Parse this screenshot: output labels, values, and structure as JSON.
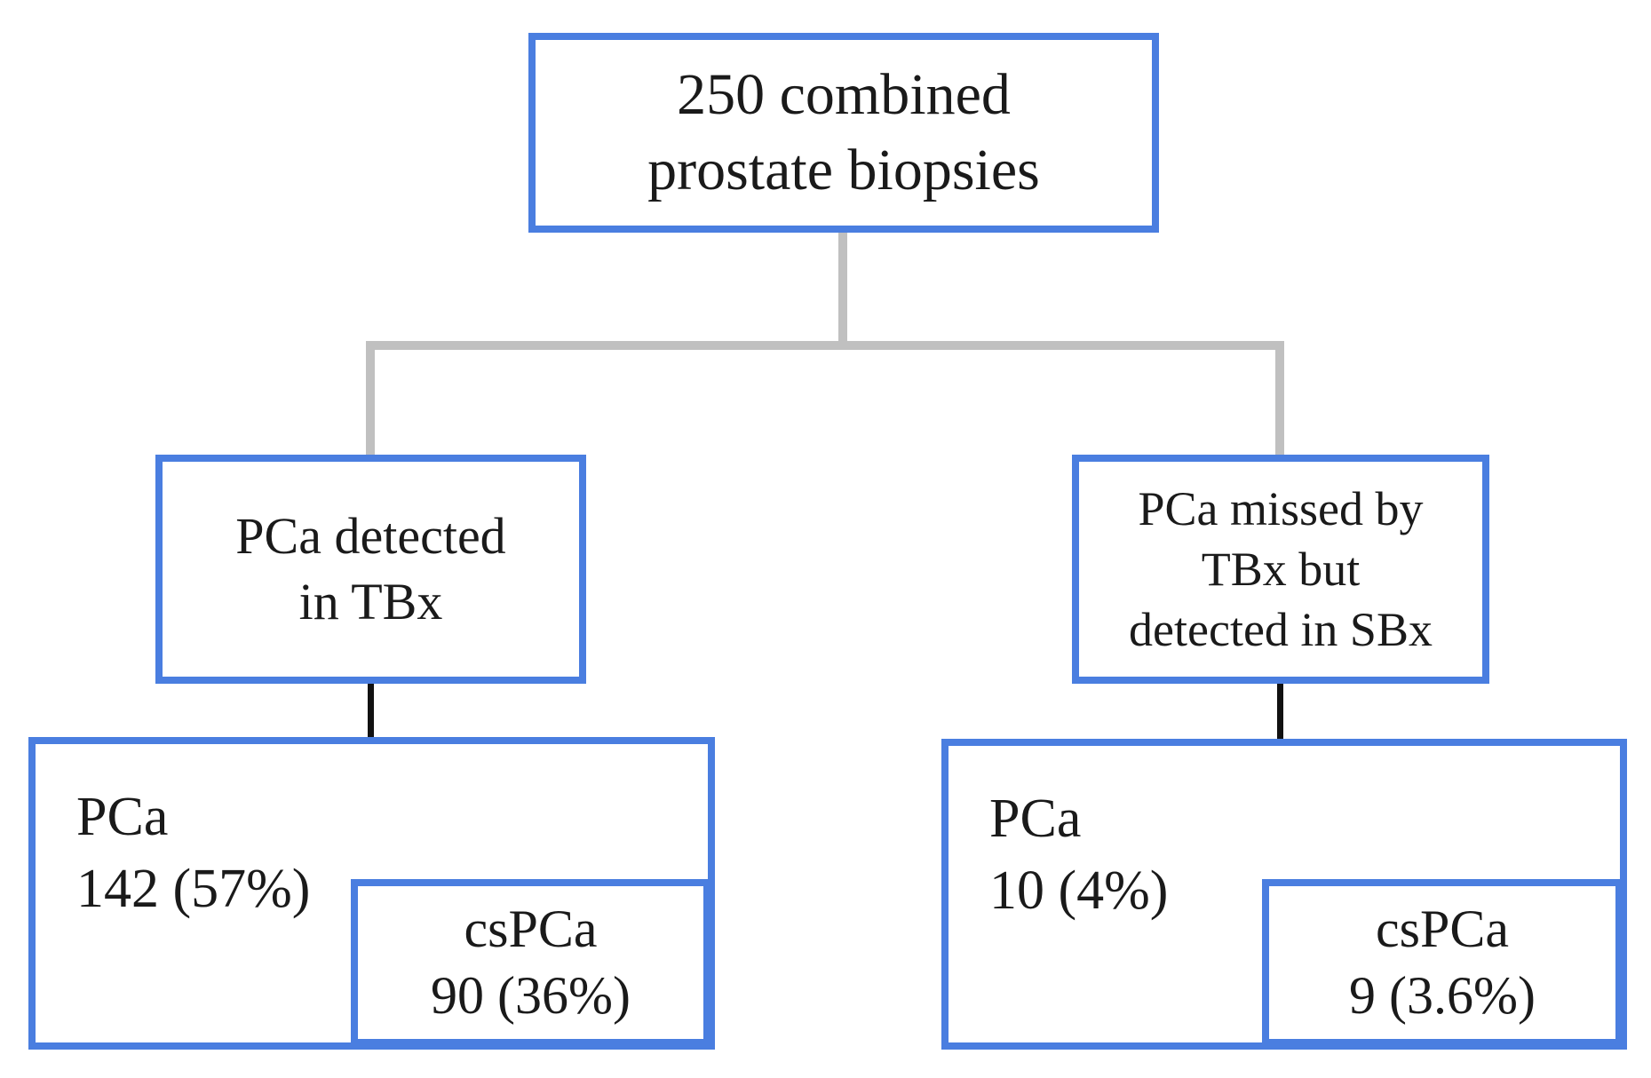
{
  "figure": {
    "type": "flowchart",
    "title_node": "250 combined prostate biopsies"
  },
  "colors": {
    "box_border_blue": "#4A7EE0",
    "connector_gray": "#C0C0C0",
    "connector_black": "#111111",
    "text_black": "#1A1A1A",
    "background": "#FFFFFF"
  },
  "nodes": {
    "total": {
      "lines": [
        "250 combined",
        "prostate biopsies"
      ]
    },
    "tbx_detected": {
      "lines": [
        "PCa detected",
        "in TBx"
      ]
    },
    "tbx_missed": {
      "lines": [
        "PCa missed by",
        "TBx but",
        "detected in SBx"
      ]
    },
    "tbx_pca": {
      "label": "PCa",
      "value": "142 (57%)"
    },
    "tbx_cspca": {
      "label": "csPCa",
      "value": "90 (36%)"
    },
    "sbx_pca": {
      "label": "PCa",
      "value": "10 (4%)"
    },
    "sbx_cspca": {
      "label": "csPCa",
      "value": "9 (3.6%)"
    }
  },
  "flow_structure": {
    "root": "total",
    "branches": [
      {
        "parent": "total",
        "child": "tbx_detected"
      },
      {
        "parent": "total",
        "child": "tbx_missed"
      },
      {
        "parent": "tbx_detected",
        "child": "tbx_pca"
      },
      {
        "parent": "tbx_pca",
        "child": "tbx_cspca"
      },
      {
        "parent": "tbx_missed",
        "child": "sbx_pca"
      },
      {
        "parent": "sbx_pca",
        "child": "sbx_cspca"
      }
    ]
  }
}
